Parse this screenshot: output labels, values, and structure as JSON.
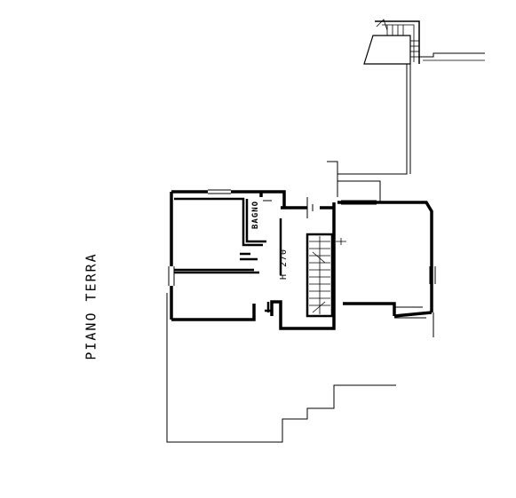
{
  "plan": {
    "floor_label": "PIANO TERRA",
    "room_label_bath": "BAGNO",
    "height_label": "H 270"
  },
  "colors": {
    "ink": "#000000",
    "paper": "#ffffff"
  }
}
